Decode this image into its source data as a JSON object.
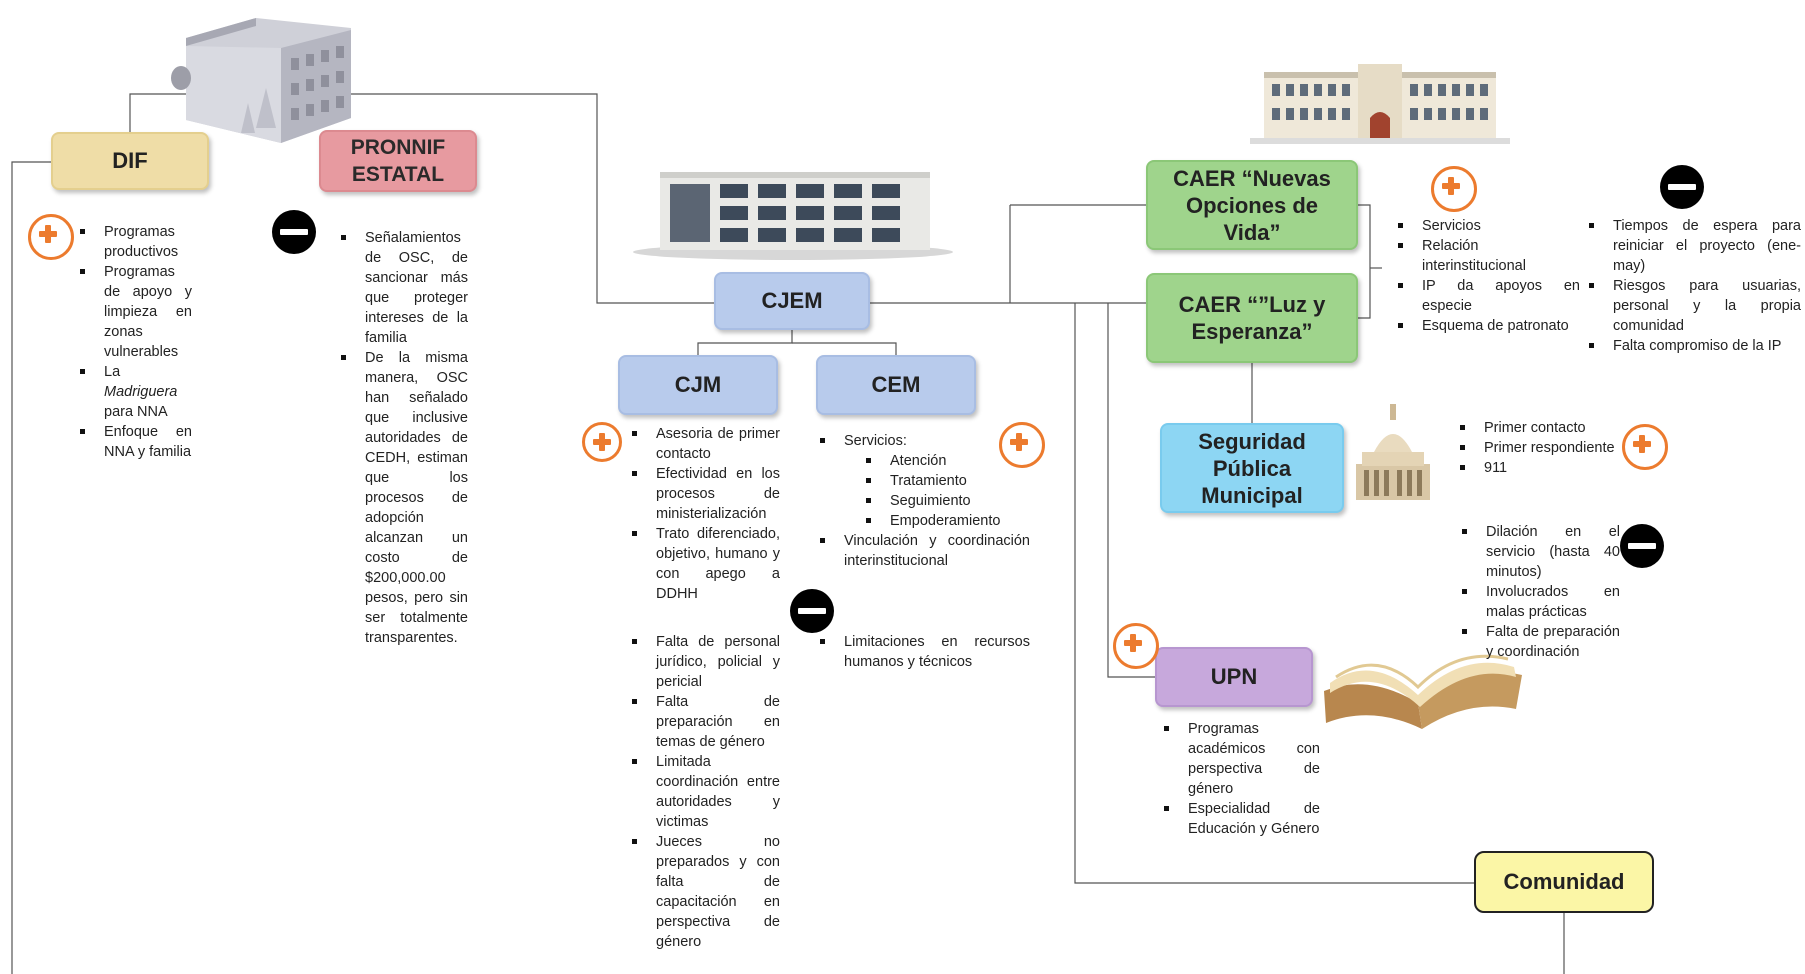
{
  "colors": {
    "dif": "#efdda7",
    "pronnif": "#e79aa0",
    "blue_node": "#b8cbec",
    "green_node": "#9fd48c",
    "seguridad": "#8dd6f3",
    "upn": "#c7a8dc",
    "comunidad": "#fbf6a6",
    "plus_icon": "#ec7b2e",
    "minus_icon": "#000000"
  },
  "nodes": {
    "dif": "DIF",
    "pronnif": [
      "PRONNIF",
      "ESTATAL"
    ],
    "cjem": "CJEM",
    "cjm": "CJM",
    "cem": "CEM",
    "caer_nuevas": [
      "CAER “Nuevas",
      "Opciones de",
      "Vida”"
    ],
    "caer_luz": [
      "CAER “”Luz y",
      "Esperanza”"
    ],
    "seguridad": [
      "Seguridad",
      "Pública",
      "Municipal"
    ],
    "upn": "UPN",
    "comunidad": "Comunidad"
  },
  "dif_plus": {
    "icon": "plus-icon",
    "items": [
      "Programas productivos",
      "Programas de apoyo y limpieza en zonas vulnerables",
      "La Madriguera para NNA",
      "Enfoque en NNA y familia"
    ],
    "italic_word": "Madriguera"
  },
  "pronnif_minus": {
    "icon": "minus-icon",
    "items": [
      "Señalamientos de OSC, de sancionar más que proteger intereses de la familia",
      "De la misma manera, OSC han señalado que inclusive autoridades de CEDH, estiman que los procesos de adopción alcanzan un costo de $200,000.00 pesos, pero sin ser totalmente transparentes."
    ]
  },
  "cjm_plus": {
    "icon": "plus-icon",
    "items": [
      "Asesoria de primer contacto",
      "Efectividad en los procesos de ministerialización",
      "Trato diferenciado, objetivo, humano y con apego a DDHH"
    ]
  },
  "cjm_minus": {
    "icon": "minus-icon",
    "items": [
      "Falta de personal jurídico, policial y pericial",
      "Falta de preparación en temas de género",
      "Limitada coordinación entre autoridades y victimas",
      "Jueces no preparados y con falta de capacitación en perspectiva de género"
    ]
  },
  "cem_plus": {
    "icon": "plus-icon",
    "servicios_label": "Servicios:",
    "sub_items": [
      "Atención",
      "Tratamiento",
      "Seguimiento",
      "Empoderamiento"
    ],
    "items_after": [
      "Vinculación y coordinación interinstitucional"
    ]
  },
  "cem_minus": {
    "items": [
      "Limitaciones en recursos humanos y técnicos"
    ]
  },
  "caer_plus": {
    "icon": "plus-icon",
    "items": [
      "Servicios",
      "Relación interinstitucional",
      "IP da apoyos en especie",
      "Esquema de patronato"
    ]
  },
  "caer_minus": {
    "icon": "minus-icon",
    "items": [
      "Tiempos de espera para reiniciar el proyecto (ene-may)",
      "Riesgos para usuarias, personal y la propia comunidad",
      "Falta compromiso de la IP"
    ]
  },
  "seguridad_plus": {
    "icon": "plus-icon",
    "items": [
      "Primer contacto",
      "Primer respondiente",
      "911"
    ]
  },
  "seguridad_minus": {
    "icon": "minus-icon",
    "items": [
      "Dilación en el servicio (hasta 40 minutos)",
      "Involucrados en malas prácticas",
      "Falta de preparación y coordinación"
    ]
  },
  "upn_plus": {
    "icon": "plus-icon",
    "items": [
      "Programas académicos con perspectiva de género",
      "Especialidad de Educación y Género"
    ]
  },
  "images": [
    "dif-building-image",
    "cjem-building-image",
    "caer-building-image",
    "capitol-building-image",
    "open-book-image"
  ]
}
